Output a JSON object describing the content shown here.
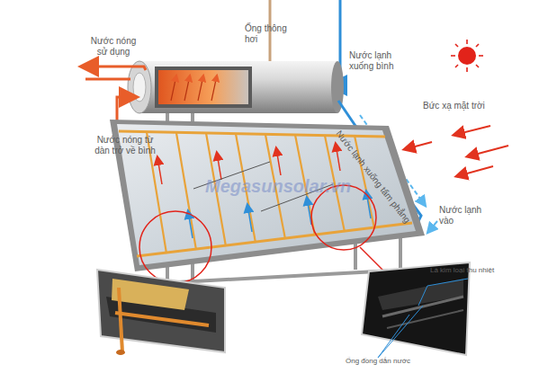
{
  "diagram": {
    "labels": [
      "Ống thông hơi",
      "Nước nóng sử dụng",
      "Nước lạnh xuống bình",
      "Bức xạ mặt trời",
      "Nước lạnh xuống tấm phẳng",
      "Nước nóng từ dàn trở về bình",
      "Megasunsolar.vn",
      "Nước lạnh vào",
      "Lá kim loại thu nhiệt",
      "Ống đồng dẫn nước"
    ]
  }
}
